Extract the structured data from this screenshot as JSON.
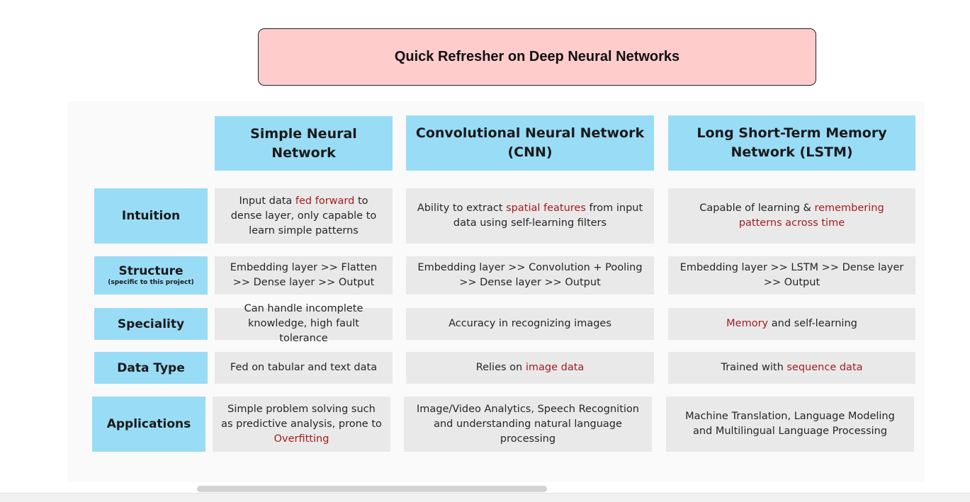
{
  "title": "Quick Refresher on Deep Neural Networks",
  "columns": [
    "Simple Neural Network",
    "Convolutional Neural Network (CNN)",
    "Long Short-Term Memory Network (LSTM)"
  ],
  "rows": [
    {
      "label": "Intuition",
      "sub": "",
      "cells": [
        [
          {
            "t": "Input data "
          },
          {
            "t": "fed forward",
            "h": true
          },
          {
            "t": " to dense layer, only capable to learn simple patterns"
          }
        ],
        [
          {
            "t": "Ability to extract "
          },
          {
            "t": "spatial features",
            "h": true
          },
          {
            "t": " from input data using self-learning filters"
          }
        ],
        [
          {
            "t": "Capable of learning & "
          },
          {
            "t": "remembering patterns across time",
            "h": true
          }
        ]
      ]
    },
    {
      "label": "Structure",
      "sub": "(specific to this project)",
      "cells": [
        [
          {
            "t": "Embedding layer >> Flatten >> Dense layer >> Output"
          }
        ],
        [
          {
            "t": "Embedding layer >> Convolution + Pooling >> Dense layer >> Output"
          }
        ],
        [
          {
            "t": "Embedding layer >> LSTM >> Dense layer >> Output"
          }
        ]
      ]
    },
    {
      "label": "Speciality",
      "sub": "",
      "cells": [
        [
          {
            "t": "Can handle incomplete knowledge, high fault tolerance"
          }
        ],
        [
          {
            "t": "Accuracy in recognizing images"
          }
        ],
        [
          {
            "t": "Memory",
            "h": true
          },
          {
            "t": " and self-learning"
          }
        ]
      ]
    },
    {
      "label": "Data Type",
      "sub": "",
      "cells": [
        [
          {
            "t": "Fed on tabular and text data"
          }
        ],
        [
          {
            "t": "Relies on "
          },
          {
            "t": "image data",
            "h": true
          }
        ],
        [
          {
            "t": "Trained with "
          },
          {
            "t": "sequence data",
            "h": true
          }
        ]
      ]
    },
    {
      "label": "Applications",
      "sub": "",
      "cells": [
        [
          {
            "t": "Simple problem solving such as predictive analysis, prone to "
          },
          {
            "t": "Overfitting",
            "h": true
          }
        ],
        [
          {
            "t": "Image/Video Analytics, Speech Recognition and understanding natural language processing"
          }
        ],
        [
          {
            "t": "Machine Translation, Language Modeling and Multilingual Language Processing"
          }
        ]
      ]
    }
  ],
  "colors": {
    "header_bg": "#99dcf6",
    "cell_bg": "#e9e9e9",
    "highlight": "#a61c1c",
    "title_bg": "#ffcccc"
  }
}
